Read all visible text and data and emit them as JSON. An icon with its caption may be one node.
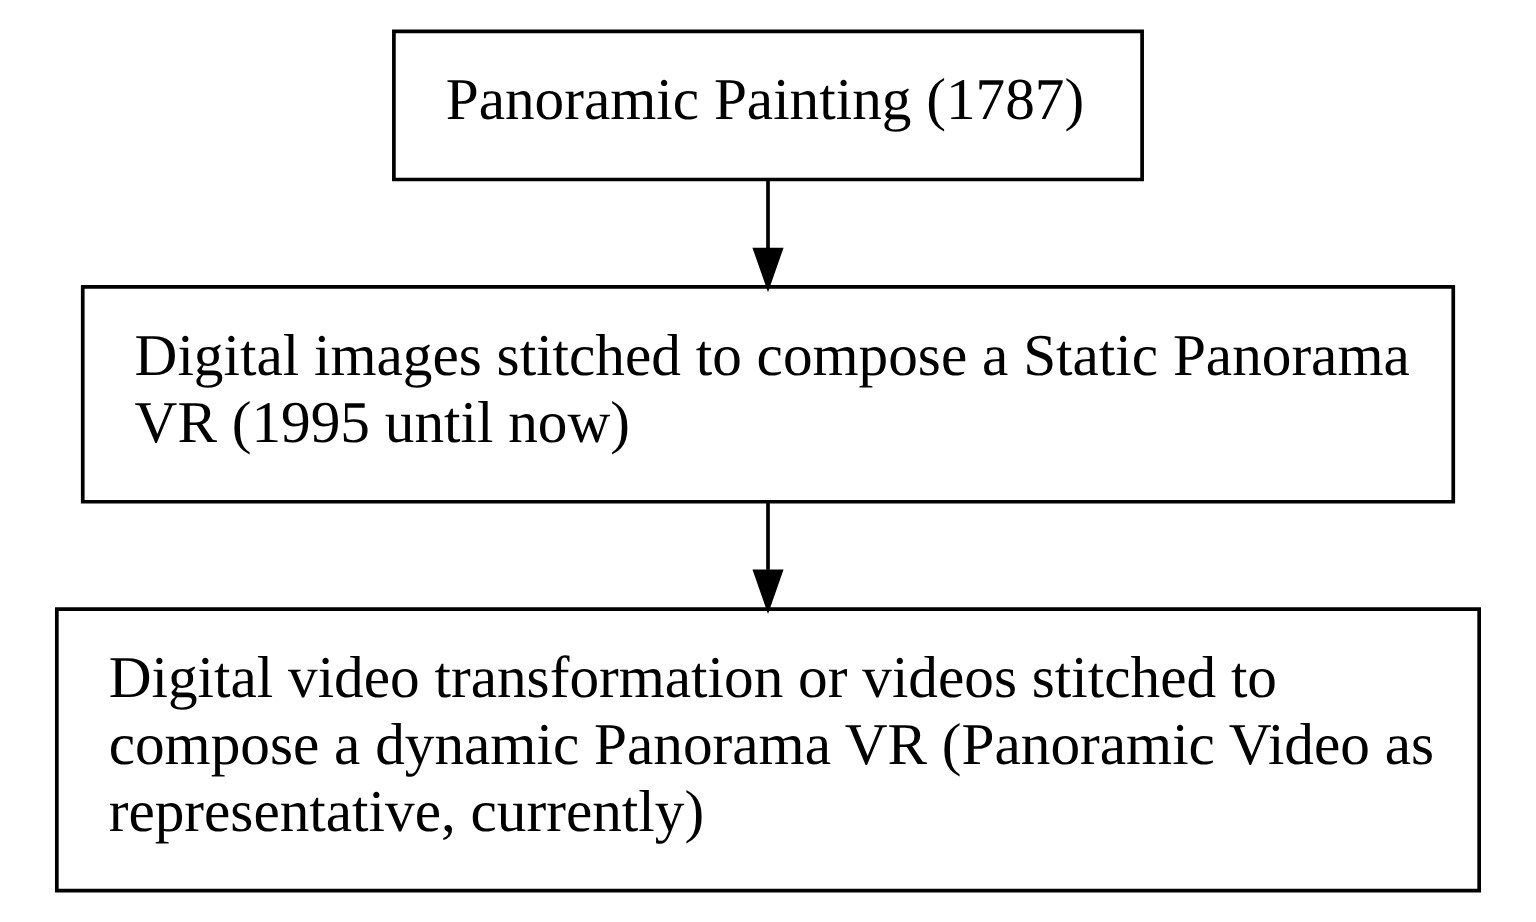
{
  "diagram": {
    "nodes": [
      {
        "text": [
          "Panoramic Painting (1787)"
        ]
      },
      {
        "text": [
          "Digital images stitched to compose a Static Panorama VR (1995 until now)"
        ]
      },
      {
        "text": [
          "Digital video transformation or videos stitched to compose a dynamic Panorama VR (Panoramic Video as representative, currently)"
        ]
      }
    ],
    "edges": [
      {
        "from": 0,
        "to": 1,
        "arrow": "to"
      },
      {
        "from": 1,
        "to": 2,
        "arrow": "to"
      }
    ]
  }
}
